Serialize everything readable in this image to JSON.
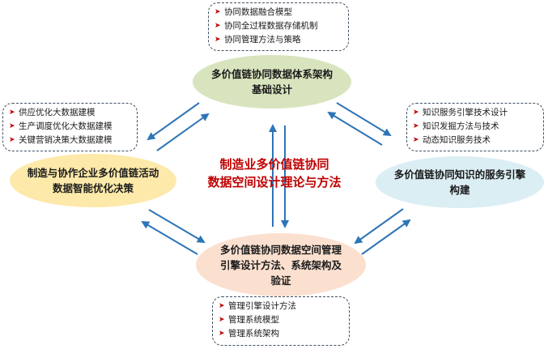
{
  "center": {
    "line1": "制造业多价值链协同",
    "line2": "数据空间设计理论与方法"
  },
  "nodes": {
    "top": "多价值链协同数据体系架构基础设计",
    "left": "制造与协作企业多价值链活动数据智能优化决策",
    "right": "多价值链协同知识的服务引擎构建",
    "bottom": "多价值链协同数据空间管理引擎设计方法、系统架构及验证"
  },
  "boxes": {
    "top": [
      "协同数据融合模型",
      "协同全过程数据存储机制",
      "协同管理方法与策略"
    ],
    "left": [
      "供应优化大数据建模",
      "生产调度优化大数据建模",
      "关键营销决策大数据建模"
    ],
    "right": [
      "知识服务引擎技术设计",
      "知识发掘方法与技术",
      "动态知识服务技术"
    ],
    "bottom": [
      "管理引擎设计方法",
      "管理系统模型",
      "管理系统架构"
    ]
  },
  "colors": {
    "top_fill": "#d7e4bd",
    "left_fill": "#fde9a9",
    "right_fill": "#dbeef4",
    "bottom_fill": "#fbe0d0",
    "arrow": "#2e75b6",
    "title": "#c00000",
    "bullet": "#c00000"
  },
  "icons": {
    "bullet": "arrow-bullet-icon"
  }
}
